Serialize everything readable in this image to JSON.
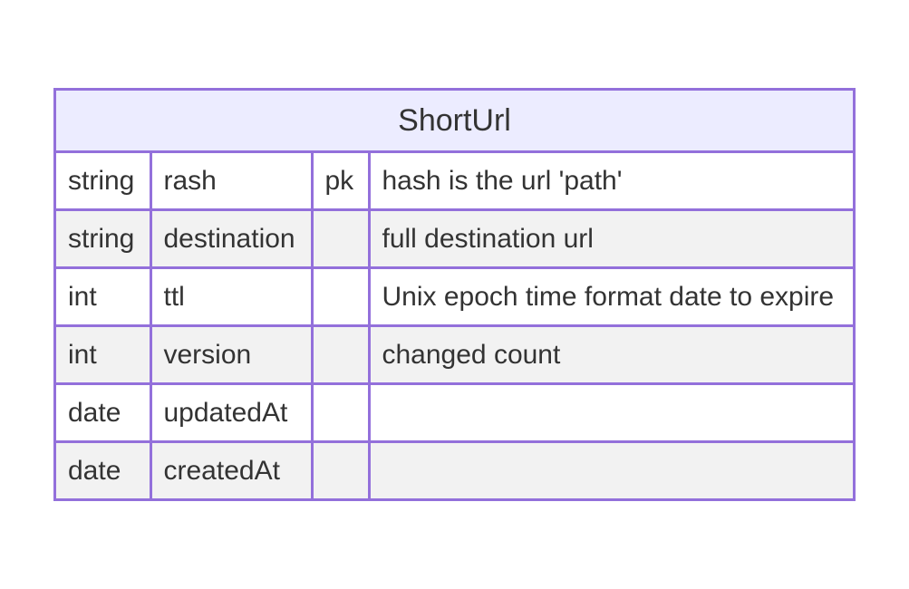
{
  "diagram": {
    "entity": {
      "name": "ShortUrl",
      "colors": {
        "border": "#9370db",
        "header_bg": "#ececff",
        "row_alt_bg": "#f2f2f2",
        "text": "#333333"
      },
      "attributes": [
        {
          "type": "string",
          "name": "rash",
          "key": "pk",
          "comment": "hash is the url 'path'"
        },
        {
          "type": "string",
          "name": "destination",
          "key": "",
          "comment": "full destination url"
        },
        {
          "type": "int",
          "name": "ttl",
          "key": "",
          "comment": "Unix epoch time format date to expire"
        },
        {
          "type": "int",
          "name": "version",
          "key": "",
          "comment": "changed count"
        },
        {
          "type": "date",
          "name": "updatedAt",
          "key": "",
          "comment": ""
        },
        {
          "type": "date",
          "name": "createdAt",
          "key": "",
          "comment": ""
        }
      ]
    }
  }
}
